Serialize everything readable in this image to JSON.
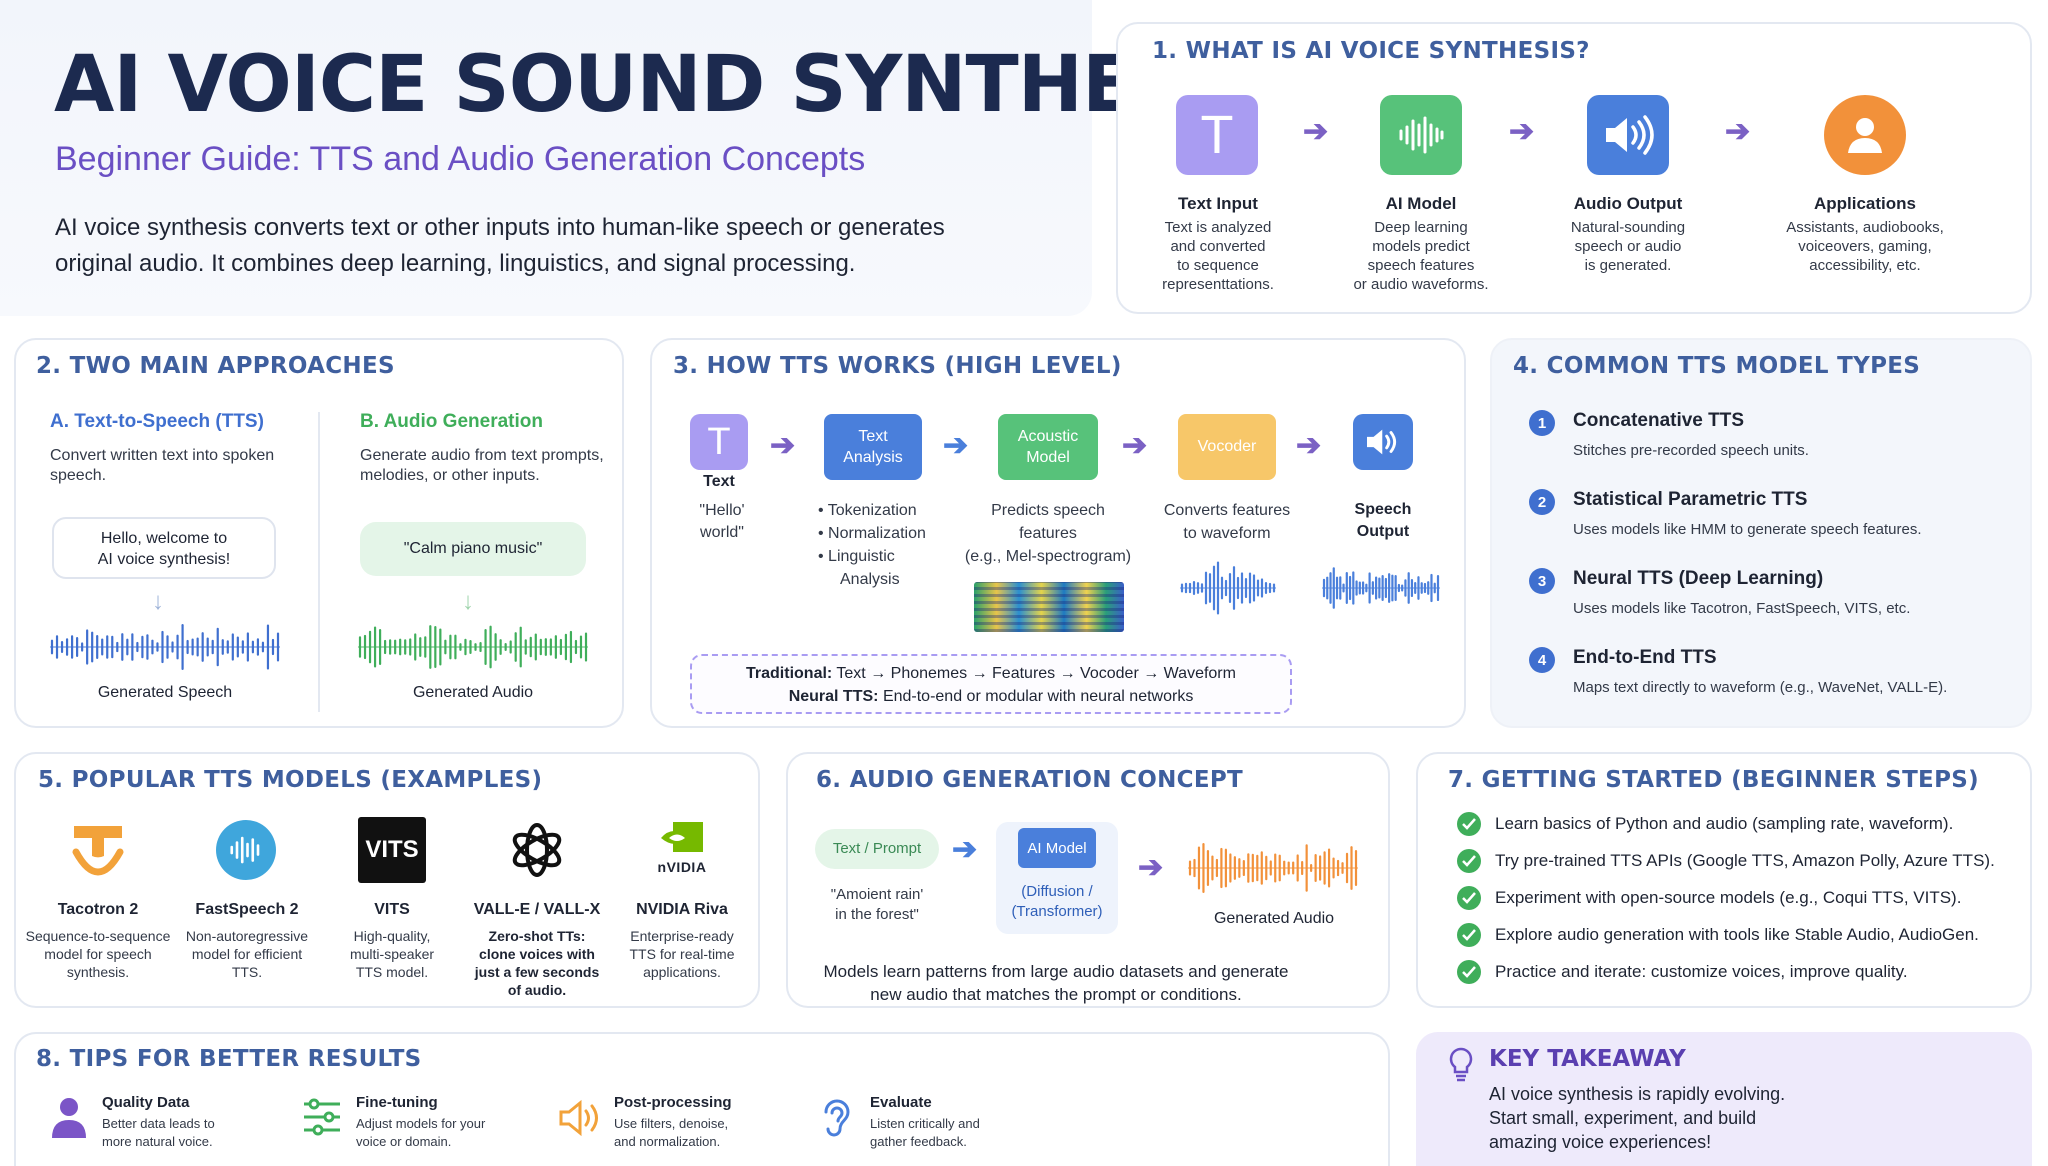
{
  "header": {
    "title": "AI VOICE SOUND SYNTHESIS",
    "subtitle": "Beginner Guide: TTS and Audio Generation Concepts",
    "intro_line1": "AI voice synthesis converts text or other inputs into human-like speech or generates",
    "intro_line2": "original audio. It combines deep learning, linguistics, and signal processing."
  },
  "s1": {
    "title": "1. WHAT IS AI VOICE SYNTHESIS?",
    "steps": [
      {
        "label": "Text Input",
        "desc": [
          "Text is analyzed",
          "and converted",
          "to sequence",
          "representtations."
        ],
        "icon": "text-t-icon"
      },
      {
        "label": "AI Model",
        "desc": [
          "Deep learning",
          "models predict",
          "speech features",
          "or audio waveforms."
        ],
        "icon": "waveform-icon"
      },
      {
        "label": "Audio Output",
        "desc": [
          "Natural-sounding",
          "speech or audio",
          "is generated."
        ],
        "icon": "speaker-icon"
      },
      {
        "label": "Applications",
        "desc": [
          "Assistants, audiobooks,",
          "voiceovers, gaming,",
          "accessibility, etc."
        ],
        "icon": "user-icon"
      }
    ]
  },
  "s2": {
    "title": "2. TWO MAIN APPROACHES",
    "a_title": "A. Text-to-Speech (TTS)",
    "a_desc1": "Convert written text into spoken",
    "a_desc2": "speech.",
    "a_bubble1": "Hello, welcome to",
    "a_bubble2": "AI voice synthesis!",
    "a_caption": "Generated Speech",
    "b_title": "B. Audio Generation",
    "b_desc1": "Generate audio from text prompts,",
    "b_desc2": "melodies, or other inputs.",
    "b_bubble": "\"Calm piano music\"",
    "b_caption": "Generated Audio"
  },
  "s3": {
    "title": "3. HOW TTS WORKS (HIGH LEVEL)",
    "text_label": "Text",
    "text_ex1": "\"Hello'",
    "text_ex2": "world\"",
    "box1": [
      "Text",
      "Analysis"
    ],
    "box1_items": [
      "• Tokenization",
      "• Normalization",
      "• Linguistic",
      "Analysis"
    ],
    "box2": [
      "Acoustic",
      "Model"
    ],
    "box2_desc": [
      "Predicts speech",
      "features",
      "(e.g., Mel-spectrogram)"
    ],
    "box3": "Vocoder",
    "box3_desc": [
      "Converts features",
      "to waveform"
    ],
    "out_label": [
      "Speech",
      "Output"
    ],
    "trad_label": "Traditional:",
    "trad_text": "Text → Phonemes → Features → Vocoder → Waveform",
    "neural_label": "Neural TTS:",
    "neural_text": "End-to-end or modular with neural networks"
  },
  "s4": {
    "title": "4. COMMON TTS MODEL TYPES",
    "items": [
      {
        "n": "1",
        "name": "Concatenative TTS",
        "desc": "Stitches pre-recorded speech units."
      },
      {
        "n": "2",
        "name": "Statistical Parametric TTS",
        "desc": "Uses models like HMM to generate speech features."
      },
      {
        "n": "3",
        "name": "Neural TTS (Deep Learning)",
        "desc": "Uses models like Tacotron, FastSpeech, VITS, etc."
      },
      {
        "n": "4",
        "name": "End-to-End TTS",
        "desc": "Maps text directly to waveform (e.g., WaveNet, VALL-E)."
      }
    ]
  },
  "s5": {
    "title": "5. POPULAR TTS MODELS (EXAMPLES)",
    "vits_logo": "VITS",
    "nvidia_logo": "nVIDIA",
    "models": [
      {
        "name": "Tacotron 2",
        "desc": [
          "Sequence-to-sequence",
          "model for speech",
          "synthesis."
        ]
      },
      {
        "name": "FastSpeech 2",
        "desc": [
          "Non-autoregressive",
          "model for efficient",
          "TTS."
        ]
      },
      {
        "name": "VITS",
        "desc": [
          "High-quality,",
          "multi-speaker",
          "TTS model."
        ]
      },
      {
        "name": "VALL-E / VALL-X",
        "desc": [
          "Zero-shot TTs:",
          "clone voices with",
          "just a few seconds",
          "of audio."
        ]
      },
      {
        "name": "NVIDIA Riva",
        "desc": [
          "Enterprise-ready",
          "TTS for real-time",
          "applications."
        ]
      }
    ]
  },
  "s6": {
    "title": "6. AUDIO GENERATION CONCEPT",
    "prompt_label": "Text / Prompt",
    "prompt_ex1": "\"Amoient rain'",
    "prompt_ex2": "in the forest\"",
    "model_label": "AI Model",
    "model_sub1": "(Diffusion /",
    "model_sub2": "(Transformer)",
    "out_label": "Generated Audio",
    "note1": "Models learn patterns from large audio datasets and generate",
    "note2": "new audio that matches the prompt or conditions."
  },
  "s7": {
    "title": "7. GETTING STARTED (BEGINNER STEPS)",
    "steps": [
      "Learn basics of Python and audio (sampling rate, waveform).",
      "Try pre-trained TTS APIs (Google TTS, Amazon Polly, Azure TTS).",
      "Experiment with open-source models (e.g., Coqui TTS, VITS).",
      "Explore audio generation with tools like Stable Audio, AudioGen.",
      "Practice and iterate: customize voices, improve quality."
    ]
  },
  "s8": {
    "title": "8. TIPS FOR BETTER RESULTS",
    "tips": [
      {
        "name": "Quality Data",
        "desc": [
          "Better data leads to",
          "more natural voice."
        ]
      },
      {
        "name": "Fine-tuning",
        "desc": [
          "Adjust models for your",
          "voice or domain."
        ]
      },
      {
        "name": "Post-processing",
        "desc": [
          "Use filters, denoise,",
          "and normalization."
        ]
      },
      {
        "name": "Evaluate",
        "desc": [
          "Listen critically and",
          "gather feedback."
        ]
      }
    ]
  },
  "takeaway": {
    "title": "KEY TAKEAWAY",
    "line1": "AI voice synthesis is rapidly evolving.",
    "line2": "Start small, experiment, and build",
    "line3": "amazing voice experiences!"
  },
  "colors": {
    "navy": "#1c2a4f",
    "purple": "#6a4fc4",
    "accent": "#3f5f9e",
    "green": "#3fae5a",
    "blue": "#3f6fcf",
    "orange": "#f2913a"
  }
}
